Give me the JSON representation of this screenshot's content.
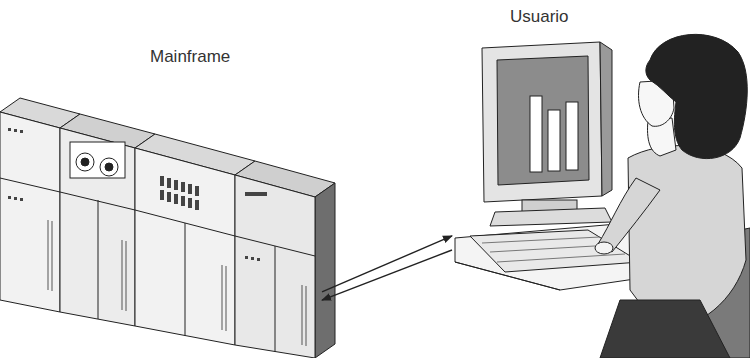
{
  "diagram": {
    "nodes": [
      {
        "text": [
          "Mainframe"
        ]
      },
      {
        "text": [
          "Usuario"
        ]
      }
    ],
    "edges": [
      {
        "from": 0,
        "to": 1,
        "arrow": "to"
      },
      {
        "from": 1,
        "to": 0,
        "arrow": "to"
      }
    ]
  }
}
